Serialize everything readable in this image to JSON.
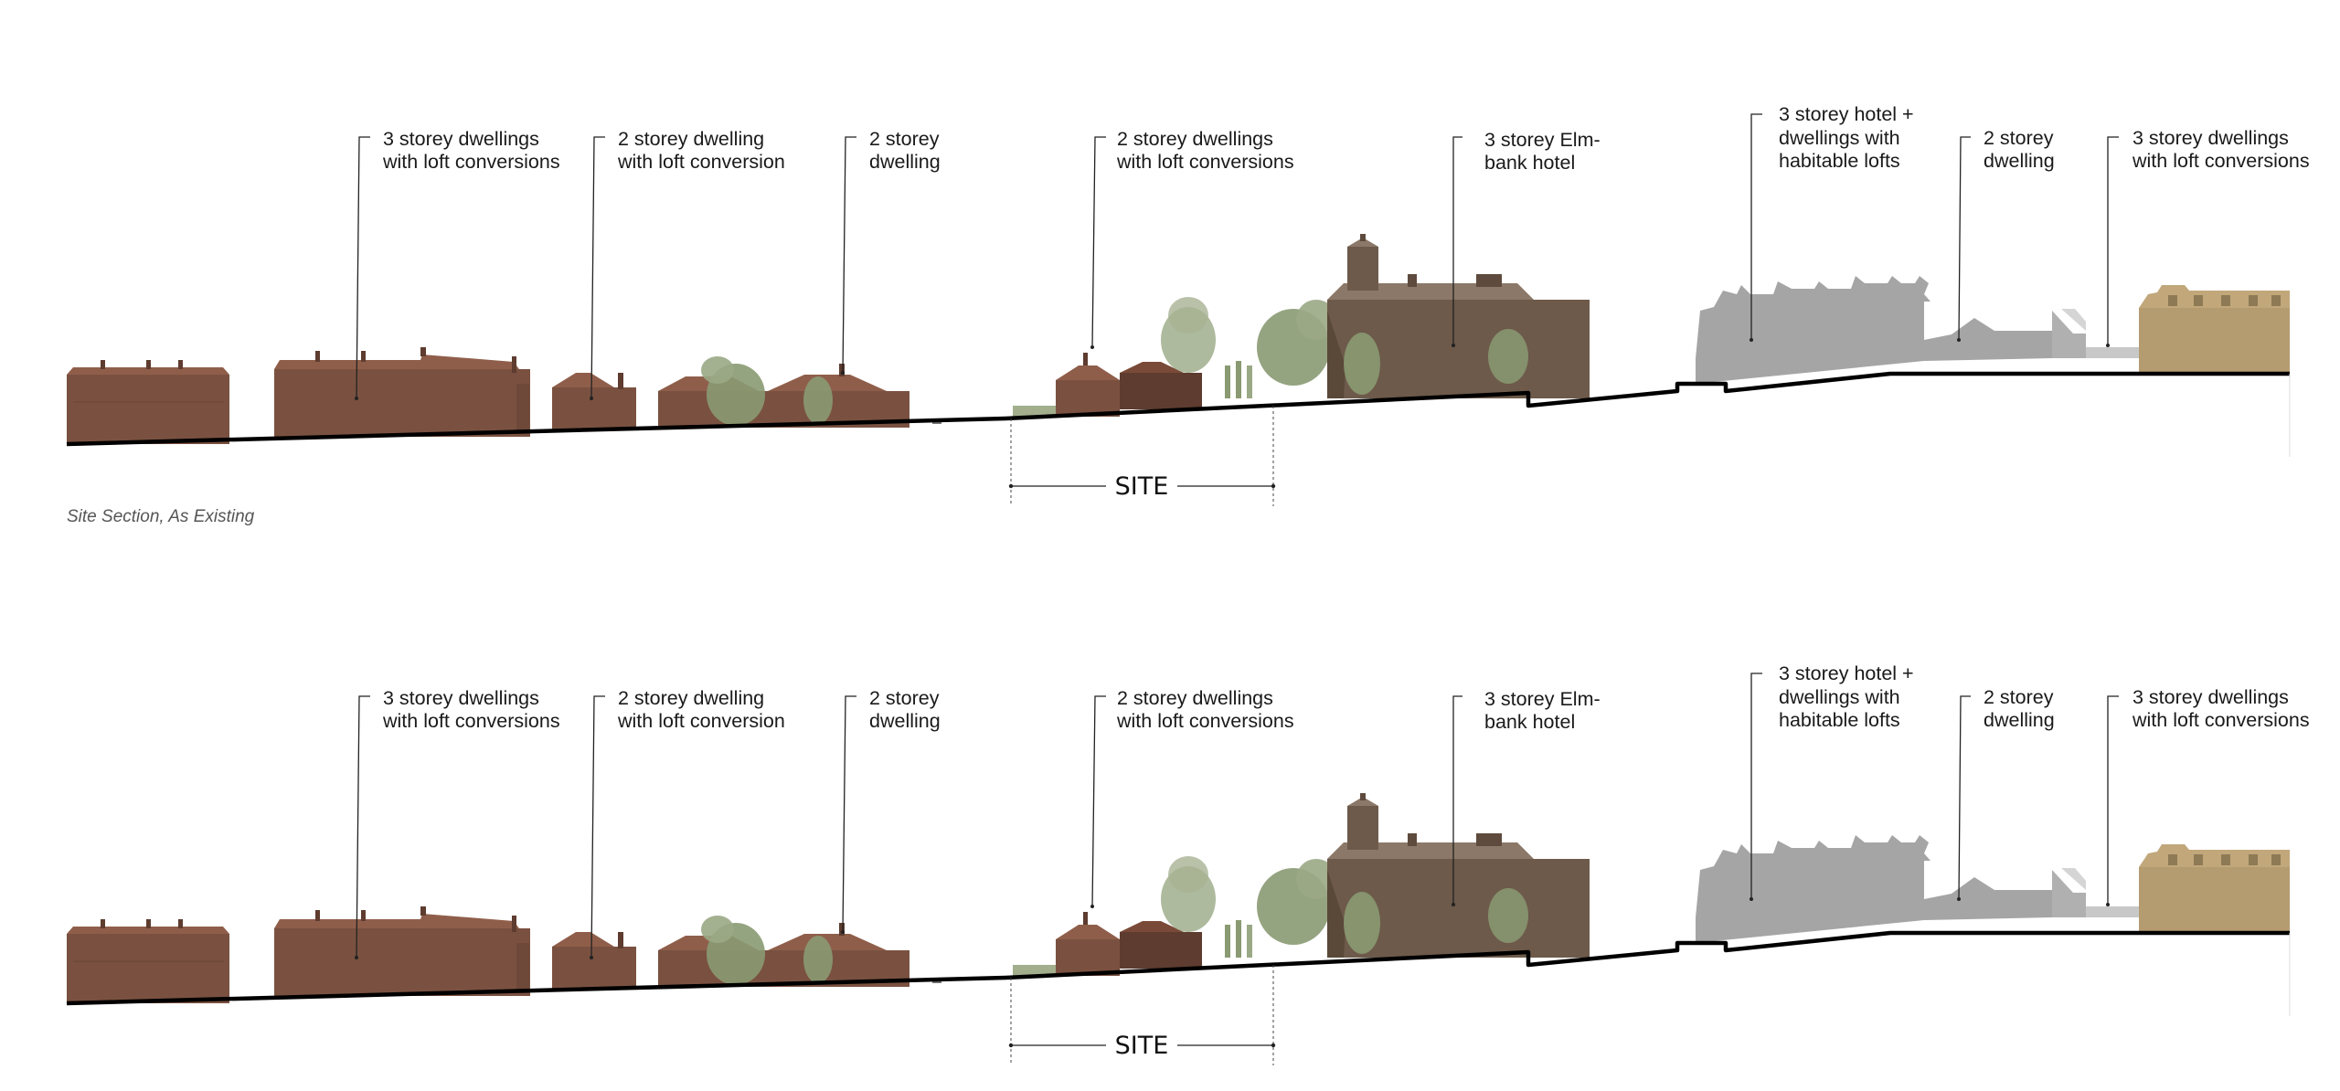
{
  "sections": [
    {
      "caption": "Site Section, As Existing",
      "site_label": "SITE",
      "labels": [
        {
          "line1": "3 storey dwellings",
          "line2": "with loft conversions"
        },
        {
          "line1": "2 storey dwelling",
          "line2": "with loft conversion"
        },
        {
          "line1": "2 storey",
          "line2": "dwelling"
        },
        {
          "line1": "2 storey dwellings",
          "line2": "with loft conversions"
        },
        {
          "line1": "3 storey Elm-",
          "line2": "bank hotel"
        },
        {
          "line1": "3 storey hotel +",
          "line2": "dwellings with",
          "line3": "habitable lofts"
        },
        {
          "line1": "2 storey",
          "line2": "dwelling"
        },
        {
          "line1": "3 storey dwellings",
          "line2": "with loft conversions"
        }
      ]
    },
    {
      "caption": "",
      "site_label": "SITE",
      "labels": [
        {
          "line1": "3 storey dwellings",
          "line2": "with loft conversions"
        },
        {
          "line1": "2 storey dwelling",
          "line2": "with loft conversion"
        },
        {
          "line1": "2 storey",
          "line2": "dwelling"
        },
        {
          "line1": "2 storey dwellings",
          "line2": "with loft conversions"
        },
        {
          "line1": "3 storey Elm-",
          "line2": "bank hotel"
        },
        {
          "line1": "3 storey hotel +",
          "line2": "dwellings with",
          "line3": "habitable lofts"
        },
        {
          "line1": "2 storey",
          "line2": "dwelling"
        },
        {
          "line1": "3 storey dwellings",
          "line2": "with loft conversions"
        }
      ]
    }
  ],
  "colors": {
    "brick": "#7a5140",
    "brick_dark": "#5e3c2f",
    "roof": "#8f5e4a",
    "hotel": "#6d5a4a",
    "hotel_roof": "#8b7868",
    "grey_buildings": "#a5a5a5",
    "sand_building": "#b59b70",
    "tree": "#8a9a72",
    "ground_line": "#000000"
  }
}
